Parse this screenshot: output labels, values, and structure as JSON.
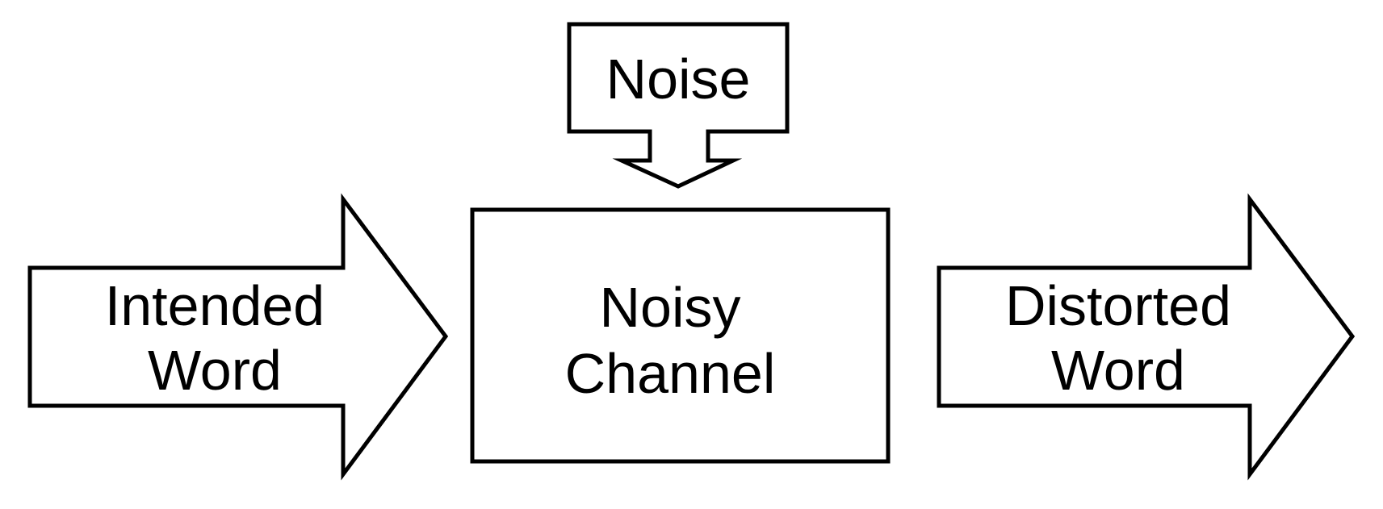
{
  "diagram": {
    "type": "flow-diagram",
    "colors": {
      "line": "#000000",
      "text": "#000000",
      "shape_fill": "#ffffff",
      "background": "#ffffff"
    },
    "noise": {
      "label": "Noise"
    },
    "input_arrow": {
      "line1": "Intended",
      "line2": "Word"
    },
    "channel_box": {
      "line1": "Noisy",
      "line2": "Channel"
    },
    "output_arrow": {
      "line1": "Distorted",
      "line2": "Word"
    }
  }
}
